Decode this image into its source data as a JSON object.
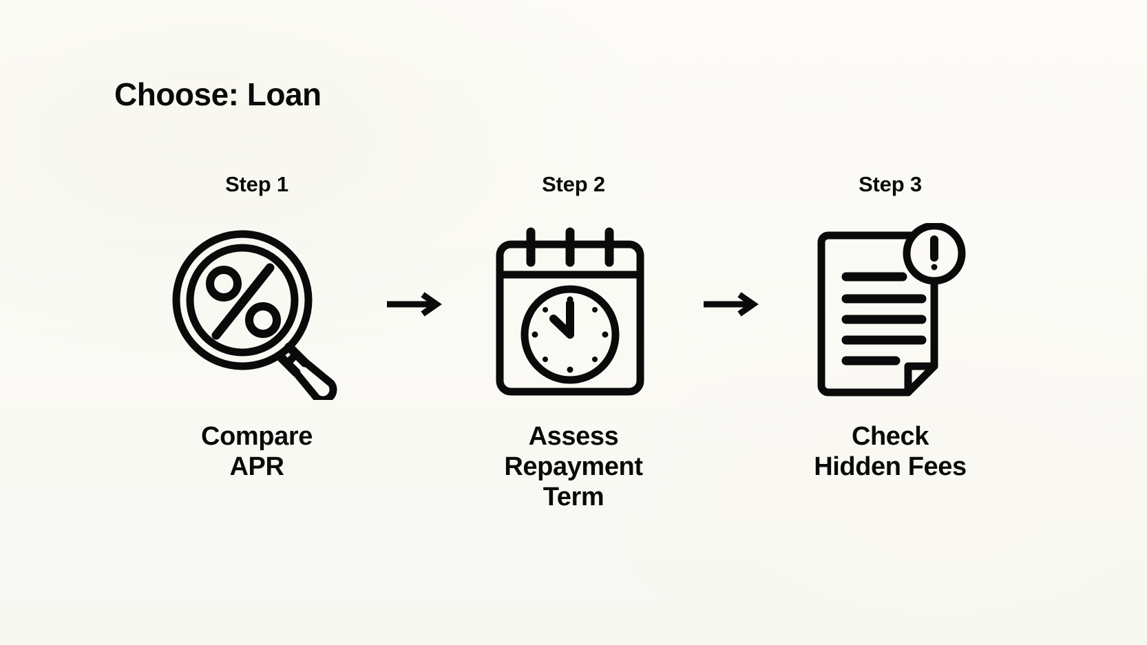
{
  "title": "Choose: Loan",
  "theme": {
    "background": "#fbfaf6",
    "ink": "#0a0a0a"
  },
  "steps": [
    {
      "label": "Step 1",
      "caption": "Compare\nAPR",
      "icon": "magnifier-percent-icon"
    },
    {
      "label": "Step 2",
      "caption": "Assess\nRepayment\nTerm",
      "icon": "calendar-clock-icon"
    },
    {
      "label": "Step 3",
      "caption": "Check\nHidden Fees",
      "icon": "document-alert-icon"
    }
  ],
  "connectors": [
    {
      "icon": "arrow-right-icon"
    },
    {
      "icon": "arrow-right-icon"
    }
  ]
}
